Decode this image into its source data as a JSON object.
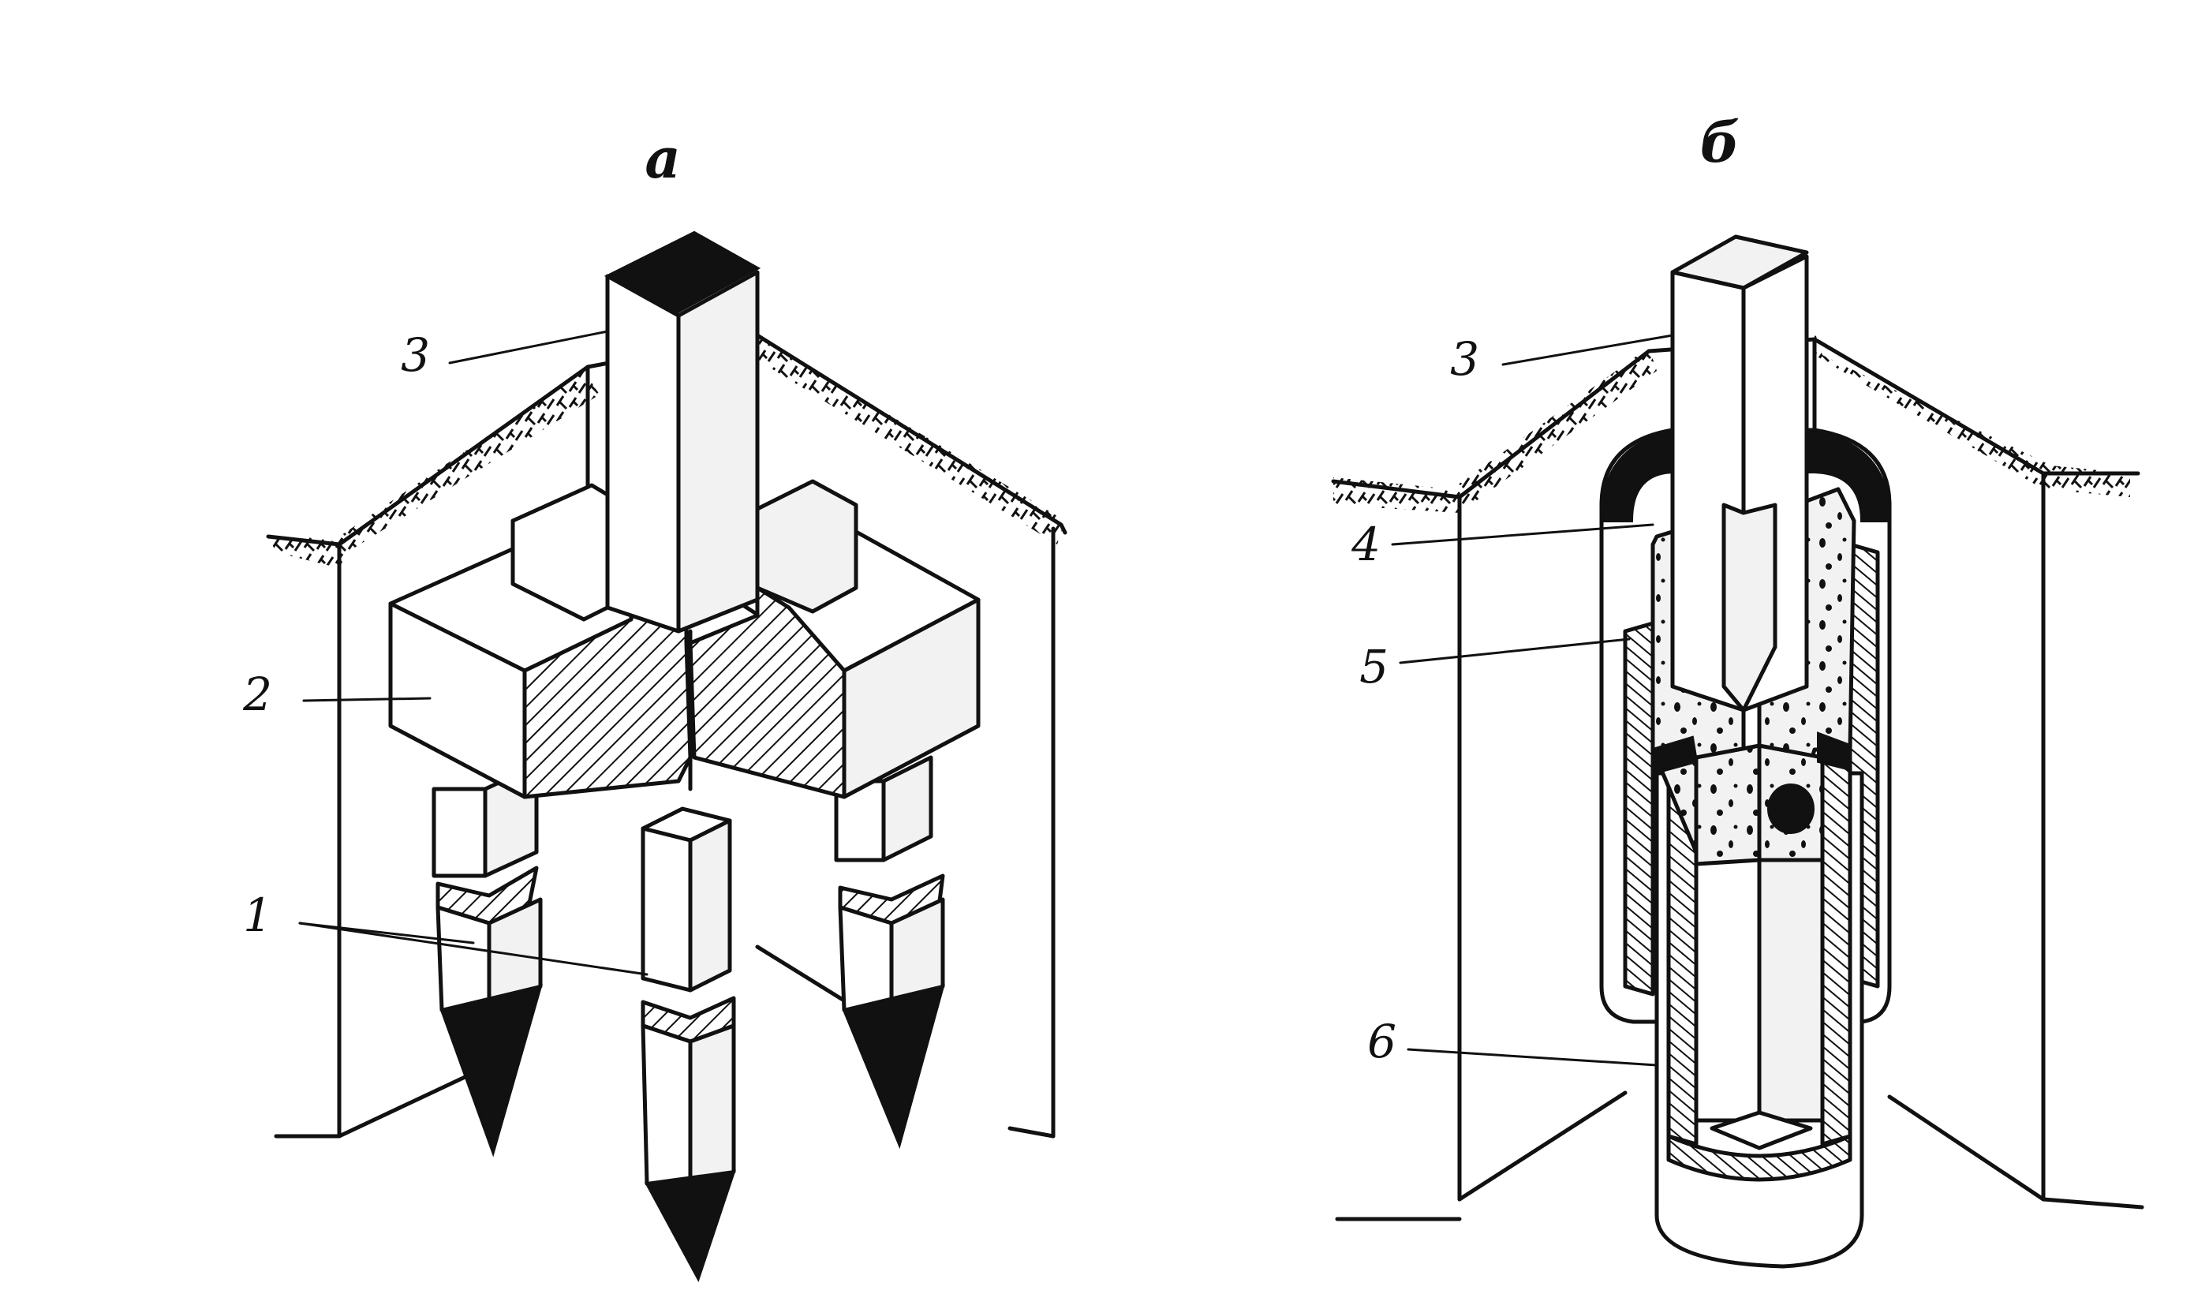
{
  "panel_a": {
    "title": "а",
    "labels": {
      "column": "3",
      "grillage": "2",
      "piles": "1"
    }
  },
  "panel_b": {
    "title": "б",
    "labels": {
      "column": "3",
      "cap": "4",
      "grout": "5",
      "shell_pile": "6"
    }
  }
}
